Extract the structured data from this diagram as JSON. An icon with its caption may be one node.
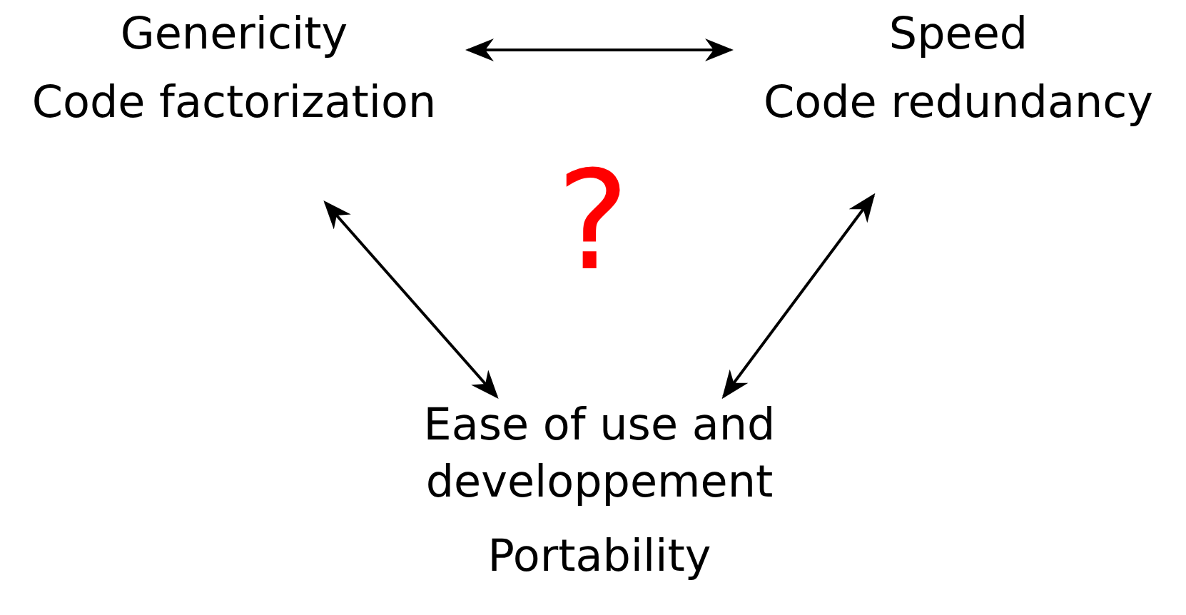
{
  "diagram": {
    "nodes": [
      {
        "text": [
          "Genericity",
          "Code factorization"
        ]
      },
      {
        "text": [
          "Speed",
          "Code redundancy"
        ]
      },
      {
        "text": [
          "Ease of use and developpement",
          "Portability"
        ]
      }
    ],
    "edges": [
      {
        "from": 0,
        "to": 1,
        "arrow": "both"
      },
      {
        "from": 0,
        "to": 2,
        "arrow": "both"
      },
      {
        "from": 1,
        "to": 2,
        "arrow": "both"
      }
    ],
    "labels": [
      "?"
    ]
  }
}
